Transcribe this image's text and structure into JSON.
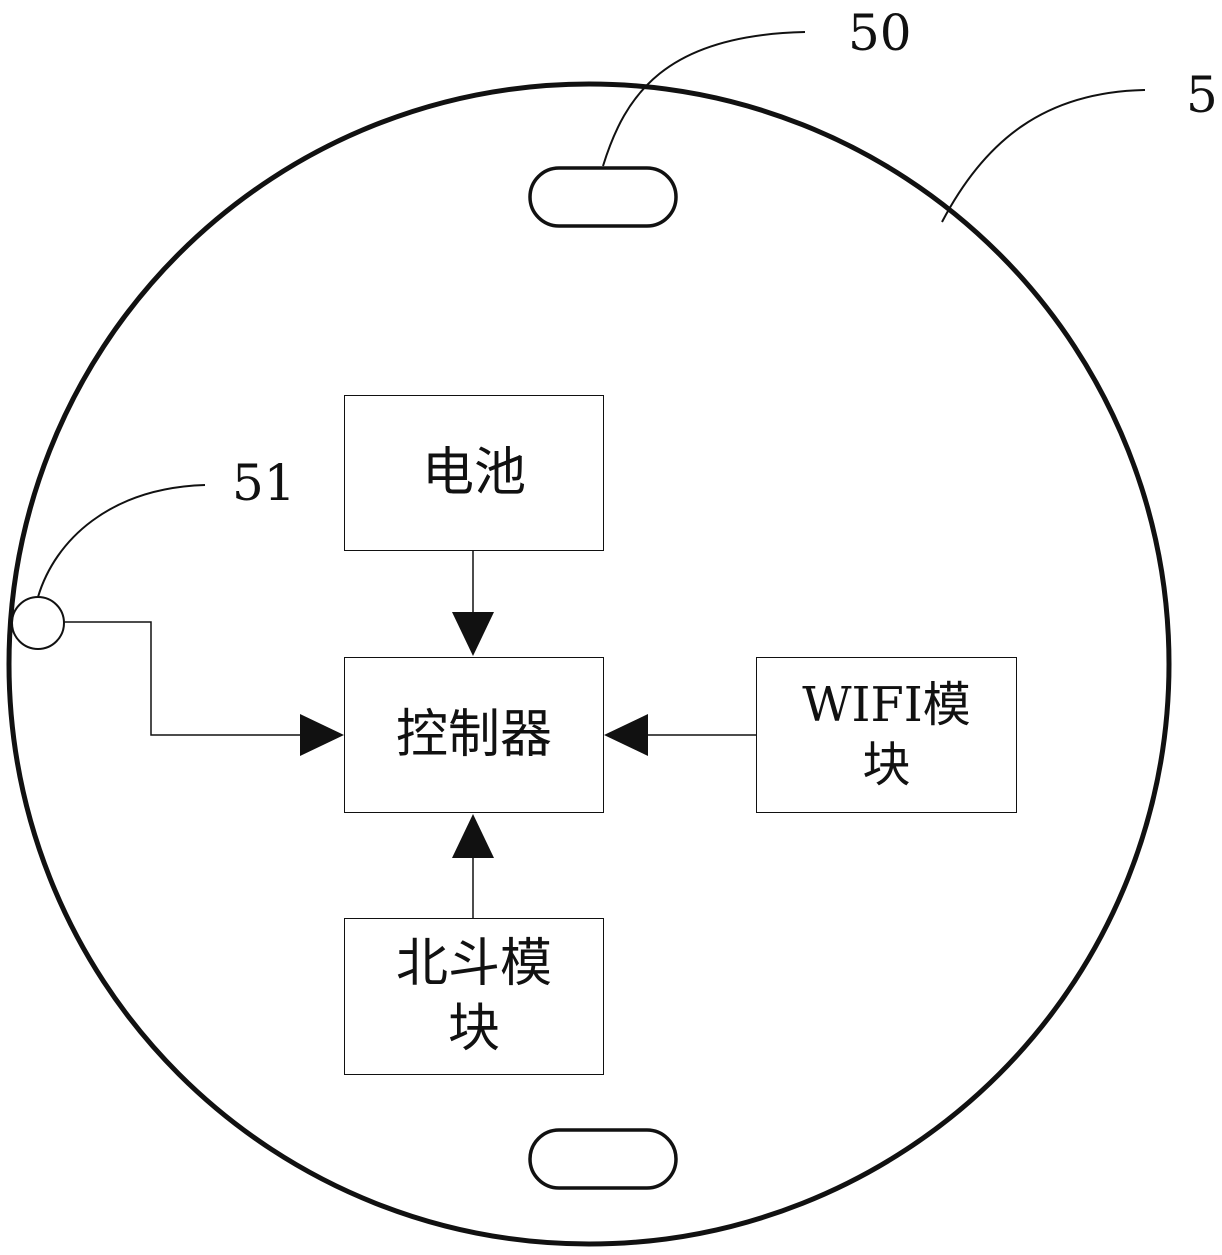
{
  "diagram": {
    "callouts": {
      "enclosure": "5",
      "mount_slot": "50",
      "sensor": "51"
    },
    "blocks": {
      "battery": "电池",
      "controller": "控制器",
      "wifi_module": "WIFI模\n块",
      "beidou_module": "北斗模\n块"
    },
    "colors": {
      "stroke": "#111111",
      "background": "#ffffff"
    }
  }
}
